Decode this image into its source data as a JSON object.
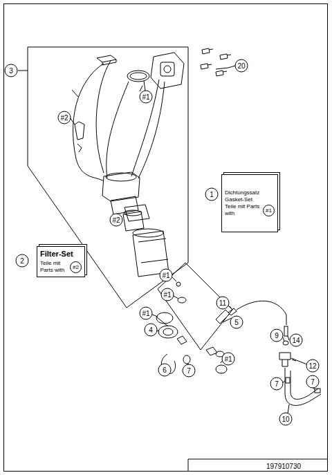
{
  "diagram": {
    "nodes": [
      {
        "text": [
          "Dichtungssatz Gasket-Set",
          "Teile mit Parts with",
          "#1"
        ]
      },
      {
        "text": [
          "Filter-Set",
          "Teile mit Parts with",
          "#2"
        ]
      }
    ],
    "edges": [],
    "labels": [
      "3",
      "#1",
      "#2",
      "20",
      "1",
      "2",
      "#2",
      "#1",
      "#1",
      "11",
      "5",
      "#1",
      "4",
      "#1",
      "14",
      "9",
      "12",
      "7",
      "7",
      "6",
      "7",
      "10",
      "197910730"
    ]
  }
}
